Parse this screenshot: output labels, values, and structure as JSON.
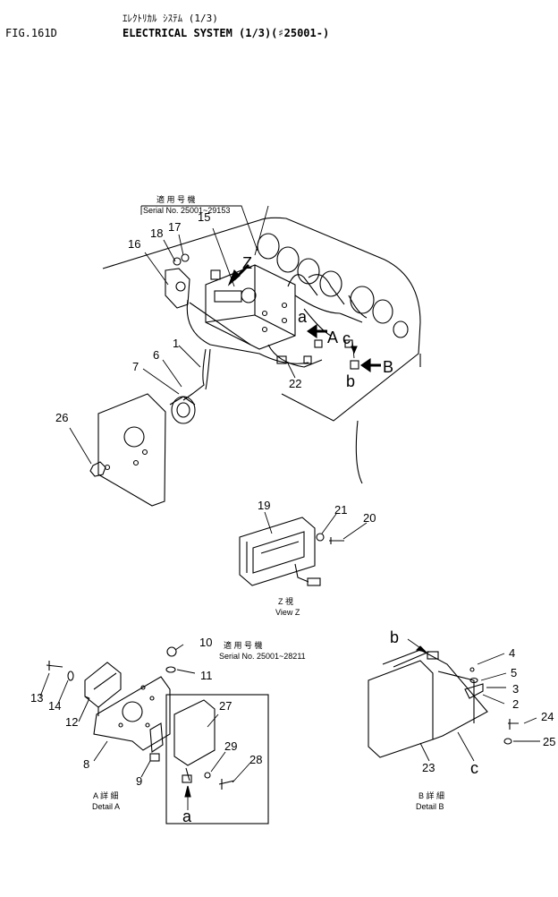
{
  "header": {
    "figure_no": "FIG.161D",
    "title_jp": "ｴﾚｸﾄﾘｶﾙ ｼｽﾃﾑ (1/3)",
    "title_en": "ELECTRICAL SYSTEM (1/3)(♯25001-)"
  },
  "serials": {
    "top_jp": "適 用 号 機",
    "top": "Serial No. 25001~29153",
    "detail_a_jp": "適 用 号 機",
    "detail_a": "Serial No. 25001~28211"
  },
  "views": {
    "view_z_jp": "Z 視",
    "view_z": "View Z",
    "detail_a_jp": "A 詳 細",
    "detail_a": "Detail A",
    "detail_b_jp": "B 詳 細",
    "detail_b": "Detail B"
  },
  "view_arrows": {
    "z": "Z",
    "a": "A",
    "b": "B"
  },
  "connectors": {
    "a": "a",
    "b": "b",
    "c": "c"
  },
  "part_numbers": {
    "p1": "1",
    "p2": "2",
    "p3": "3",
    "p4": "4",
    "p5": "5",
    "p6": "6",
    "p7": "7",
    "p8": "8",
    "p9": "9",
    "p10": "10",
    "p11": "11",
    "p12": "12",
    "p13": "13",
    "p14": "14",
    "p15": "15",
    "p16": "16",
    "p17": "17",
    "p18": "18",
    "p19": "19",
    "p20": "20",
    "p21": "21",
    "p22": "22",
    "p23": "23",
    "p24": "24",
    "p25": "25",
    "p26": "26",
    "p27": "27",
    "p28": "28",
    "p29": "29"
  }
}
